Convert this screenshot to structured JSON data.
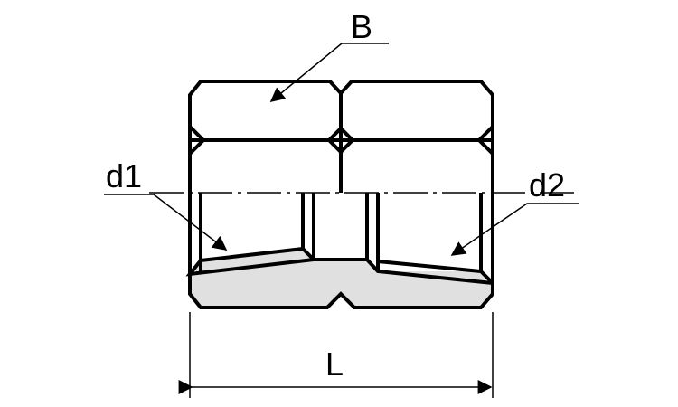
{
  "labels": {
    "B": "B",
    "d1": "d1",
    "d2": "d2",
    "L": "L"
  },
  "colors": {
    "line": "#000000",
    "section_fill": "#e0e0e0",
    "background": "#ffffff"
  }
}
